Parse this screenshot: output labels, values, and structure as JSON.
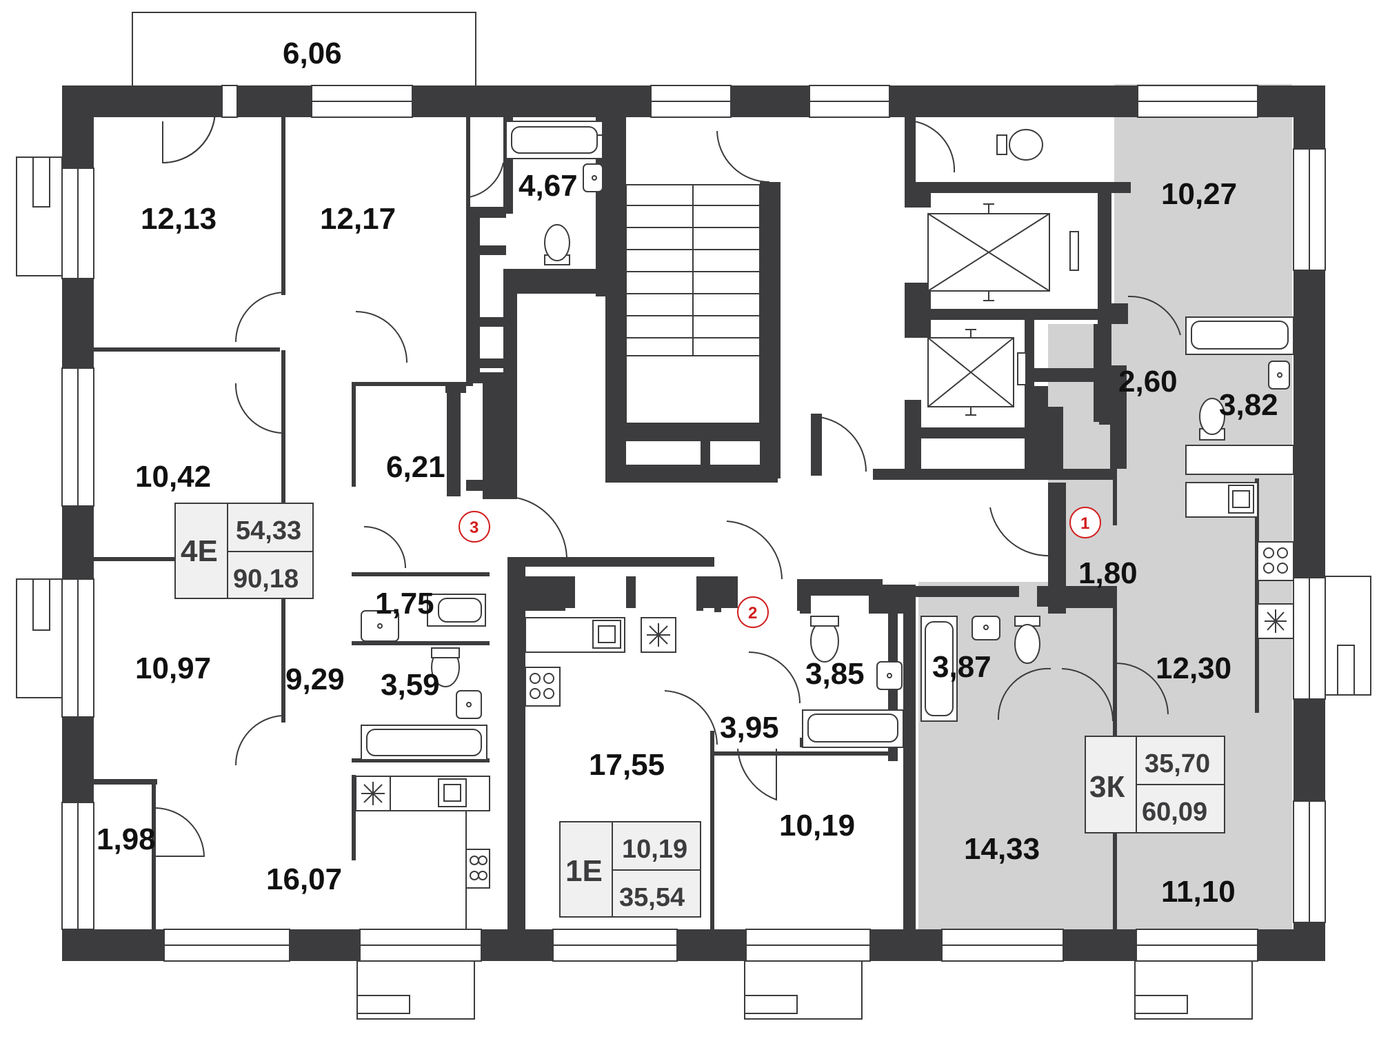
{
  "colors": {
    "wall": "#3c3c3e",
    "highlight_apartment": "#d2d2d2",
    "card_background": "#f0f0f0",
    "marker": "#d21e1e"
  },
  "rooms": {
    "balcony": "6,06",
    "r1213": "12,13",
    "r1217": "12,17",
    "r467": "4,67",
    "r1027": "10,27",
    "r260": "2,60",
    "r382": "3,82",
    "r1042": "10,42",
    "r621": "6,21",
    "r180": "1,80",
    "r175": "1,75",
    "r1097": "10,97",
    "r929": "9,29",
    "r359": "3,59",
    "r385": "3,85",
    "r387": "3,87",
    "r1230": "12,30",
    "r395": "3,95",
    "r1755": "17,55",
    "r198": "1,98",
    "r1019": "10,19",
    "r1433": "14,33",
    "r1607": "16,07",
    "r1110": "11,10"
  },
  "cards": {
    "c4e": {
      "code": "4Е",
      "living": "54,33",
      "total": "90,18"
    },
    "c1e": {
      "code": "1Е",
      "living": "10,19",
      "total": "35,54"
    },
    "c3k": {
      "code": "3К",
      "living": "35,70",
      "total": "60,09"
    }
  },
  "markers": {
    "m1": "1",
    "m2": "2",
    "m3": "3"
  },
  "icons": [
    "bathtub-icon",
    "sink-icon",
    "toilet-icon",
    "stove-icon",
    "ventilation-icon",
    "elevator-icon",
    "stair-icon",
    "door-icon",
    "window-icon"
  ]
}
